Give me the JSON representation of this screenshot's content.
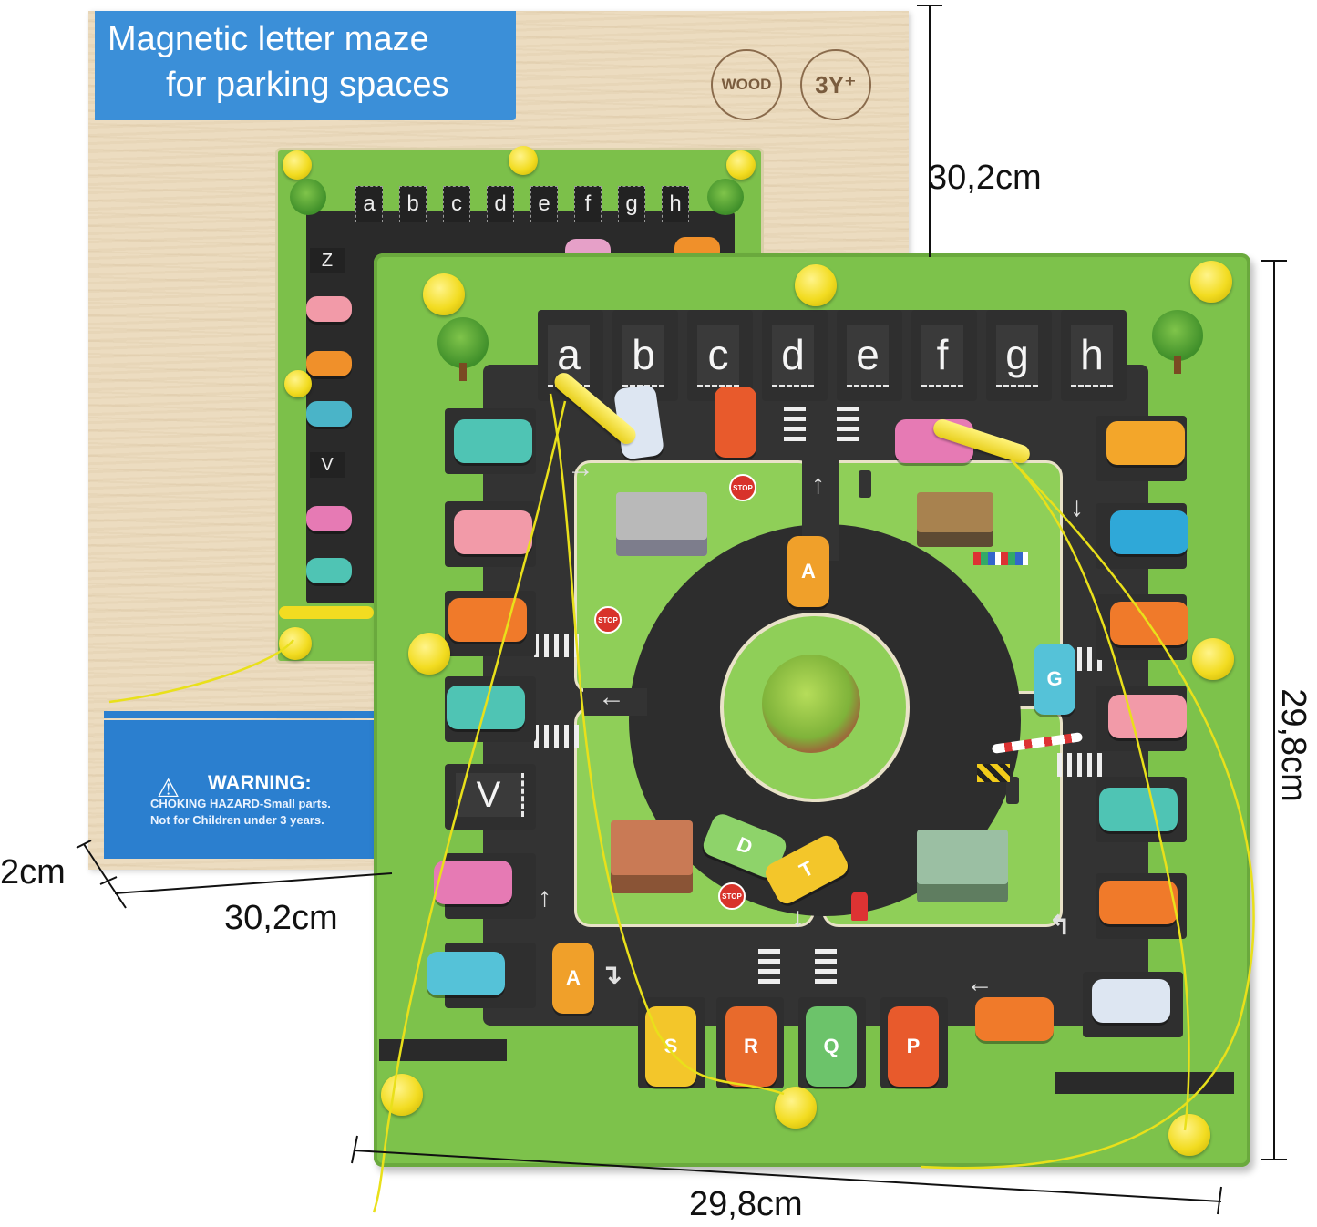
{
  "box": {
    "title_line1": "Magnetic letter maze",
    "title_line2": "for parking spaces",
    "badge_wood": "WOOD",
    "badge_age": "3Y⁺",
    "warning_title": "WARNING:",
    "warning_line1": "CHOKING HAZARD-Small parts.",
    "warning_line2": "Not for Children under 3 years.",
    "back_top_letters": [
      "a",
      "b",
      "c",
      "d",
      "e",
      "f",
      "g",
      "h"
    ],
    "back_side_letters": [
      "Z",
      "V"
    ]
  },
  "board": {
    "top_letters": [
      "a",
      "b",
      "c",
      "d",
      "e",
      "f",
      "g",
      "h"
    ],
    "left_slot_letter": "V",
    "cars": [
      {
        "label": "A",
        "color": "#f0a02a"
      },
      {
        "label": "G",
        "color": "#55c2d8"
      },
      {
        "label": "D",
        "color": "#8ed36a"
      },
      {
        "label": "T",
        "color": "#f3c62a"
      },
      {
        "label": "S",
        "color": "#f3c62a"
      },
      {
        "label": "R",
        "color": "#e86a2c"
      },
      {
        "label": "Q",
        "color": "#6cc36a"
      },
      {
        "label": "P",
        "color": "#e85a2c"
      },
      {
        "label": "A",
        "color": "#f0a02a"
      }
    ],
    "road_color": "#333333",
    "board_color": "#7dc24b",
    "knob_color": "#f2dc21"
  },
  "dimensions": {
    "box_height": "30,2cm",
    "box_width": "30,2cm",
    "box_depth": "2cm",
    "board_height": "29,8cm",
    "board_width": "29,8cm"
  }
}
